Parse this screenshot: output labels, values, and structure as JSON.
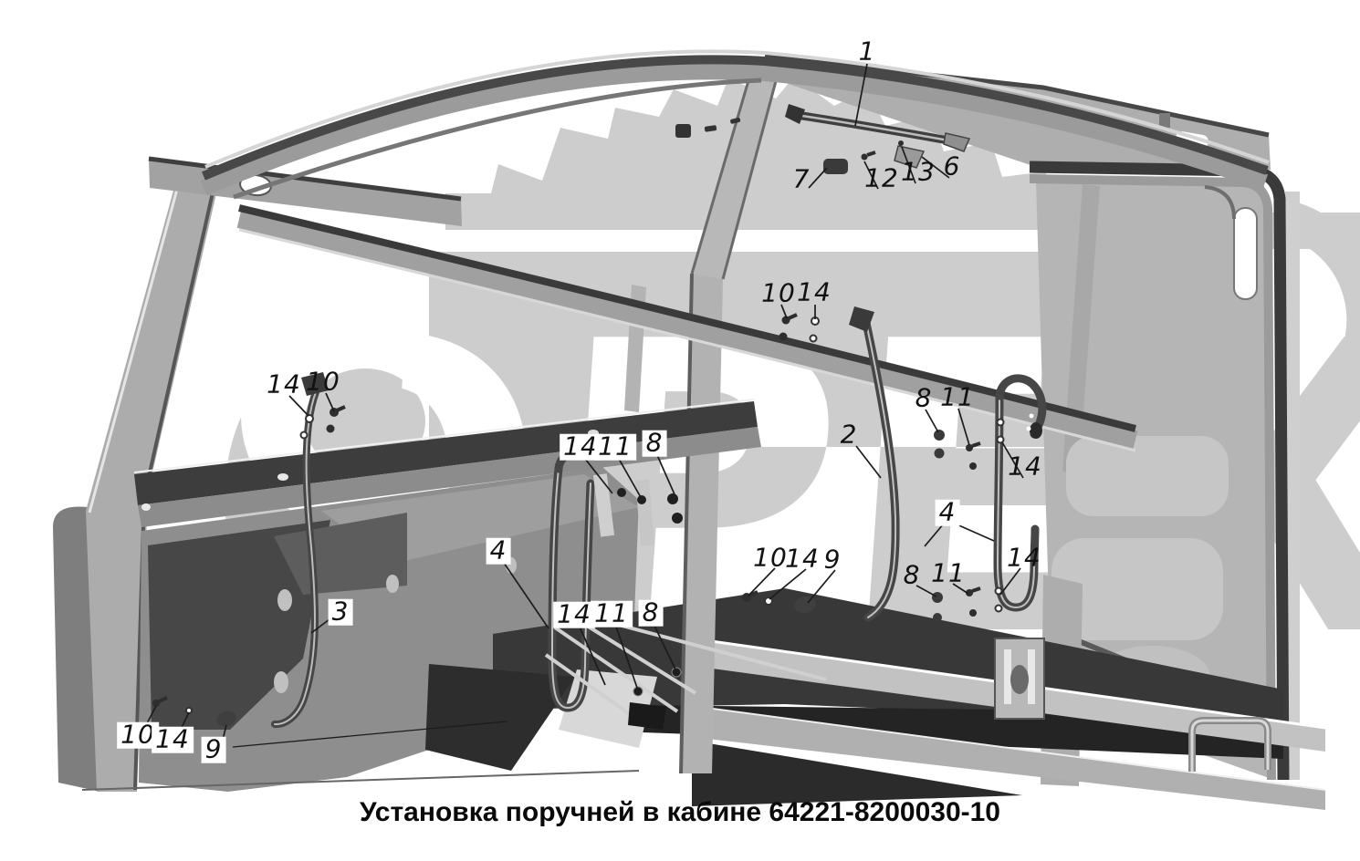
{
  "figure": {
    "caption": "Установка поручней в кабине 64221-8200030-10",
    "watermark_text": "ОРЕХ",
    "callouts": [
      {
        "label": "1"
      },
      {
        "label": "7"
      },
      {
        "label": "12"
      },
      {
        "label": "13"
      },
      {
        "label": "6"
      },
      {
        "label": "10"
      },
      {
        "label": "14"
      },
      {
        "label": "8"
      },
      {
        "label": "11"
      },
      {
        "label": "2"
      },
      {
        "label": "14"
      },
      {
        "label": "4"
      },
      {
        "label": "14"
      },
      {
        "label": "10"
      },
      {
        "label": "14"
      },
      {
        "label": "11"
      },
      {
        "label": "8"
      },
      {
        "label": "4"
      },
      {
        "label": "14"
      },
      {
        "label": "11"
      },
      {
        "label": "8"
      },
      {
        "label": "3"
      },
      {
        "label": "10"
      },
      {
        "label": "14"
      },
      {
        "label": "9"
      },
      {
        "label": "10"
      },
      {
        "label": "14"
      },
      {
        "label": "9"
      },
      {
        "label": "8"
      },
      {
        "label": "11"
      },
      {
        "label": "14"
      }
    ]
  },
  "colors": {
    "background": "#ffffff",
    "watermark_gray": "#cdcdcd",
    "panel_gray": "#b0b0b0",
    "dark_steel": "#3d3d3d",
    "line_black": "#1c1c1c"
  }
}
